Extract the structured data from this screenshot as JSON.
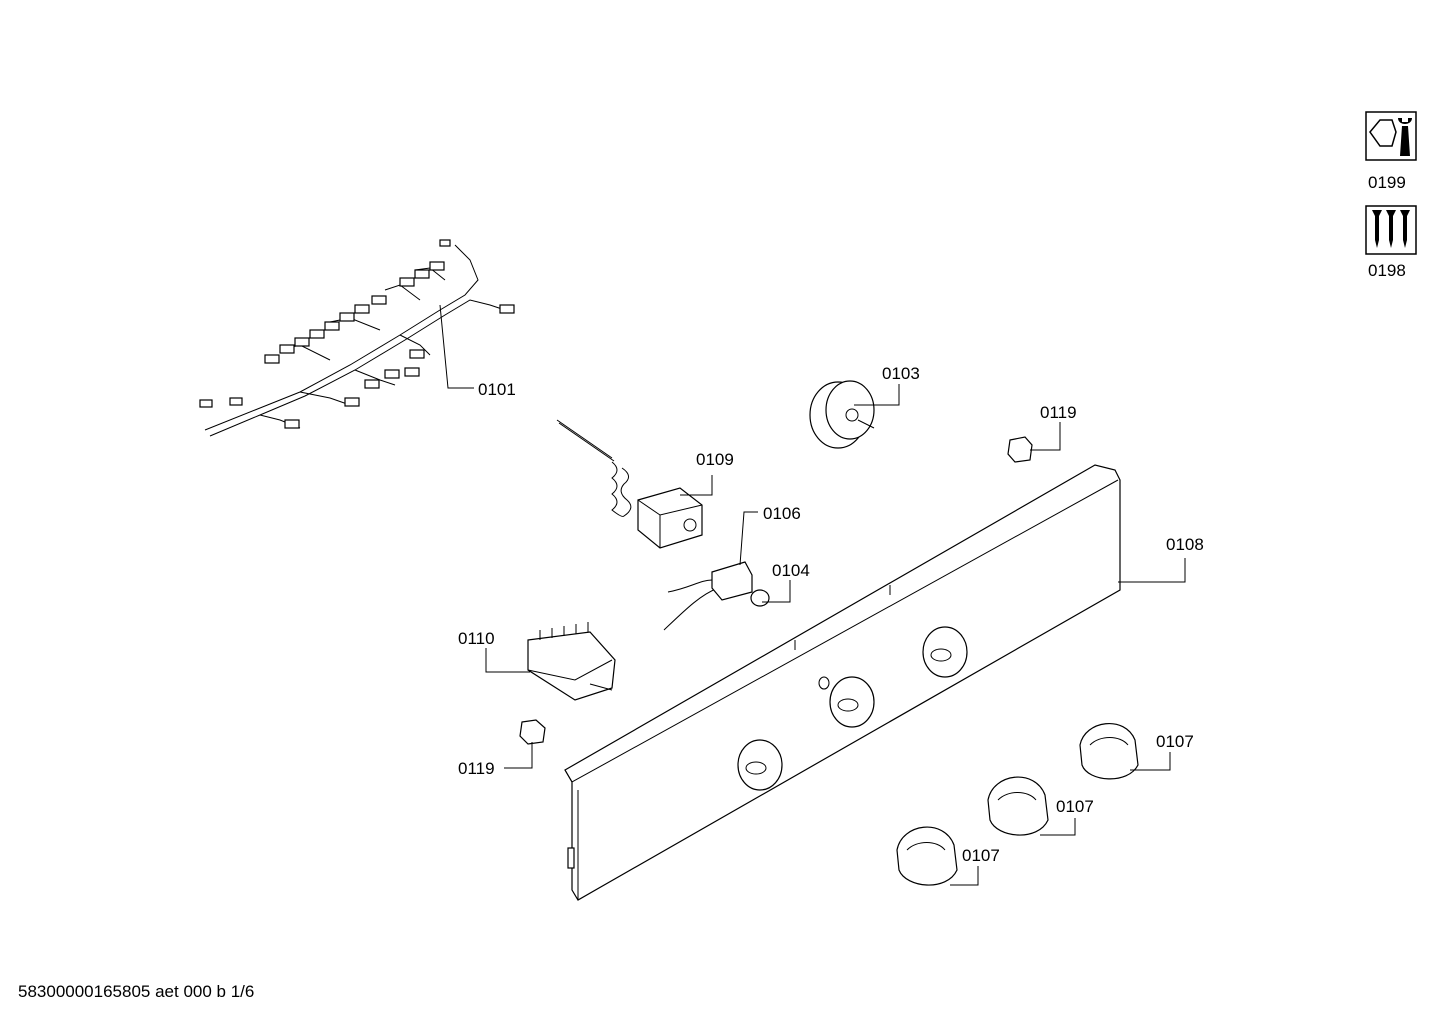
{
  "callouts": {
    "wiring_harness": "0101",
    "timer": "0103",
    "pilot_lamp_0104": "0104",
    "pilot_lamp_0106": "0106",
    "knobs_right": "0107",
    "knobs_middle": "0107",
    "knobs_left": "0107",
    "control_panel": "0108",
    "thermostat": "0109",
    "selector_switch": "0110",
    "clip_right": "0119",
    "clip_left": "0119"
  },
  "side_icons": {
    "tools": {
      "icon": "wrench-nut-icon",
      "label": "0199"
    },
    "screws": {
      "icon": "screws-icon",
      "label": "0198"
    }
  },
  "footer": "58300000165805 aet 000 b 1/6"
}
